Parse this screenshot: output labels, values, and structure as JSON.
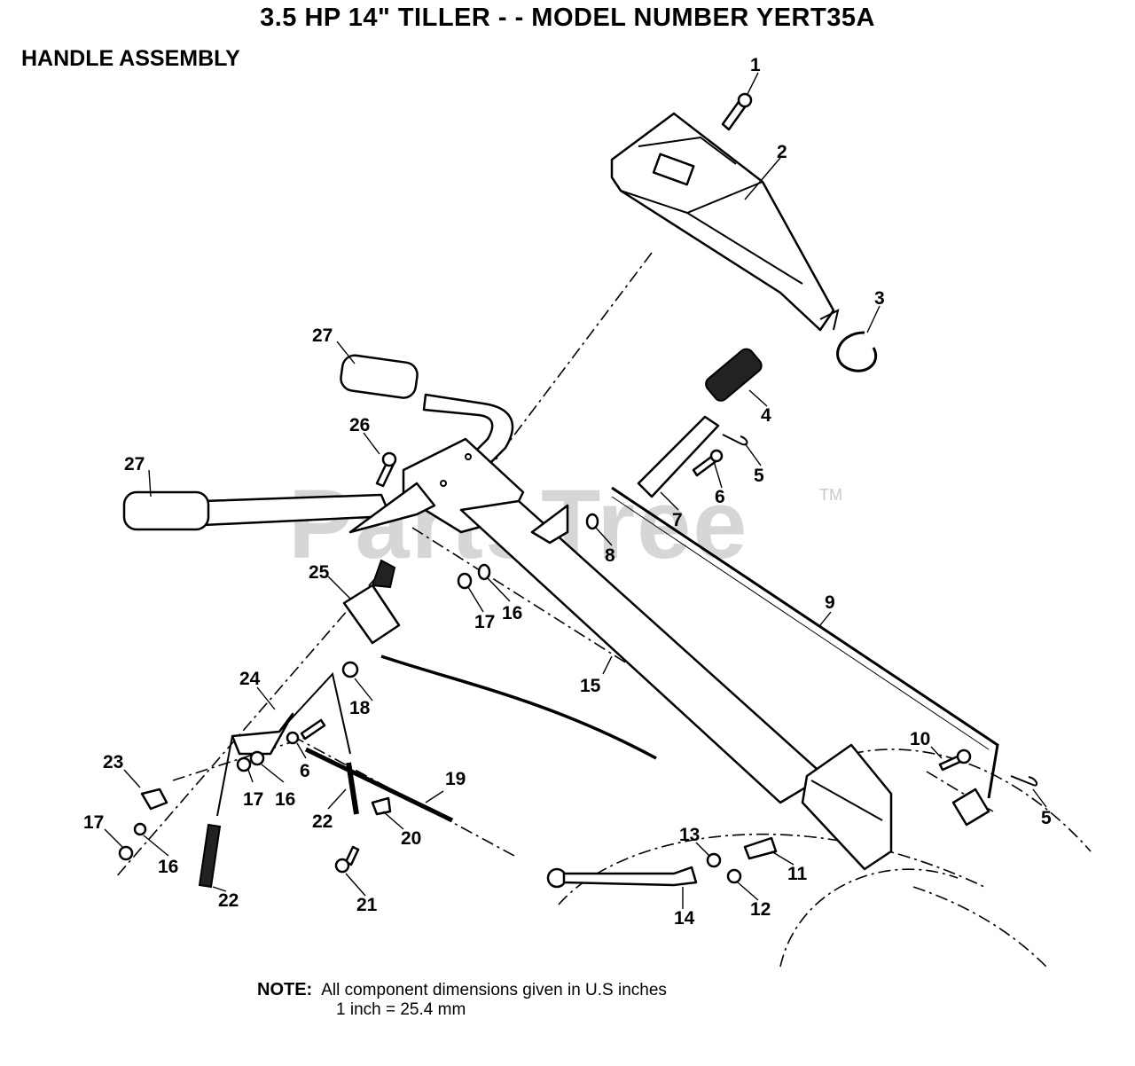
{
  "header": {
    "title": "3.5 HP  14\" TILLER - - MODEL NUMBER YERT35A",
    "subtitle": "HANDLE ASSEMBLY"
  },
  "watermark": {
    "text": "PartsTree",
    "tm": "TM"
  },
  "note": {
    "label": "NOTE:",
    "line1": "All component dimensions given in U.S  inches",
    "line2": "1 inch = 25.4 mm"
  },
  "callouts": [
    "1",
    "2",
    "3",
    "27",
    "4",
    "26",
    "5",
    "27",
    "6",
    "7",
    "8",
    "25",
    "17",
    "16",
    "9",
    "15",
    "24",
    "18",
    "10",
    "6",
    "19",
    "23",
    "17",
    "16",
    "22",
    "20",
    "5",
    "17",
    "13",
    "11",
    "16",
    "22",
    "21",
    "12",
    "14"
  ]
}
